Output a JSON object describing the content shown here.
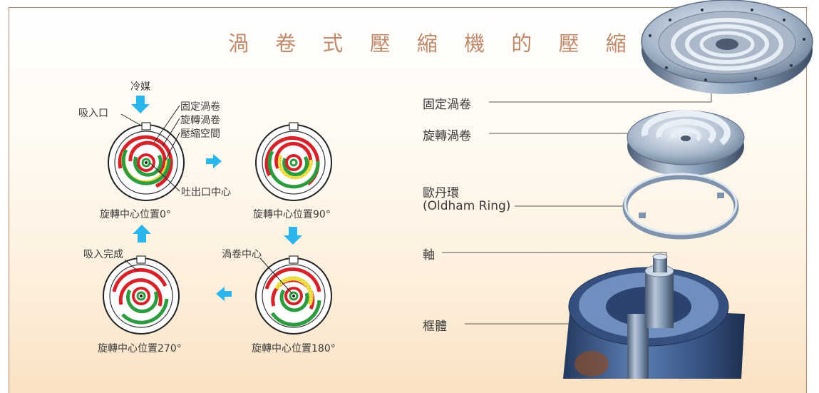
{
  "title": "渦 卷 式 壓 縮 機 的 壓 縮 原 理",
  "callouts": {
    "refrigerant": "冷媒",
    "suction_port": "吸入口",
    "fixed_scroll": "固定渦卷",
    "orbiting_scroll": "旋轉渦卷",
    "compression_space": "壓縮空間",
    "discharge_center": "吐出口中心",
    "suction_complete": "吸入完成",
    "scroll_center": "渦卷中心"
  },
  "positions": [
    {
      "caption": "旋轉中心位置0°"
    },
    {
      "caption": "旋轉中心位置90°"
    },
    {
      "caption": "旋轉中心位置180°"
    },
    {
      "caption": "旋轉中心位置270°"
    }
  ],
  "parts": {
    "fixed_scroll": "固定渦卷",
    "orbiting_scroll": "旋轉渦卷",
    "oldham_ring": "歐丹環",
    "oldham_ring_en": "(Oldham Ring)",
    "shaft": "軸",
    "frame": "框體"
  },
  "colors": {
    "title": "#c0896a",
    "fixed_scroll": "#d8222a",
    "orbiting_scroll": "#2d9c3e",
    "compression_gas": "#ecd83a",
    "flow_arrow": "#29b6ec",
    "metal": "#7f93ad"
  },
  "icons": {
    "flow_arrow": "right-arrow-icon",
    "inlet_arrow": "down-arrow-icon"
  }
}
